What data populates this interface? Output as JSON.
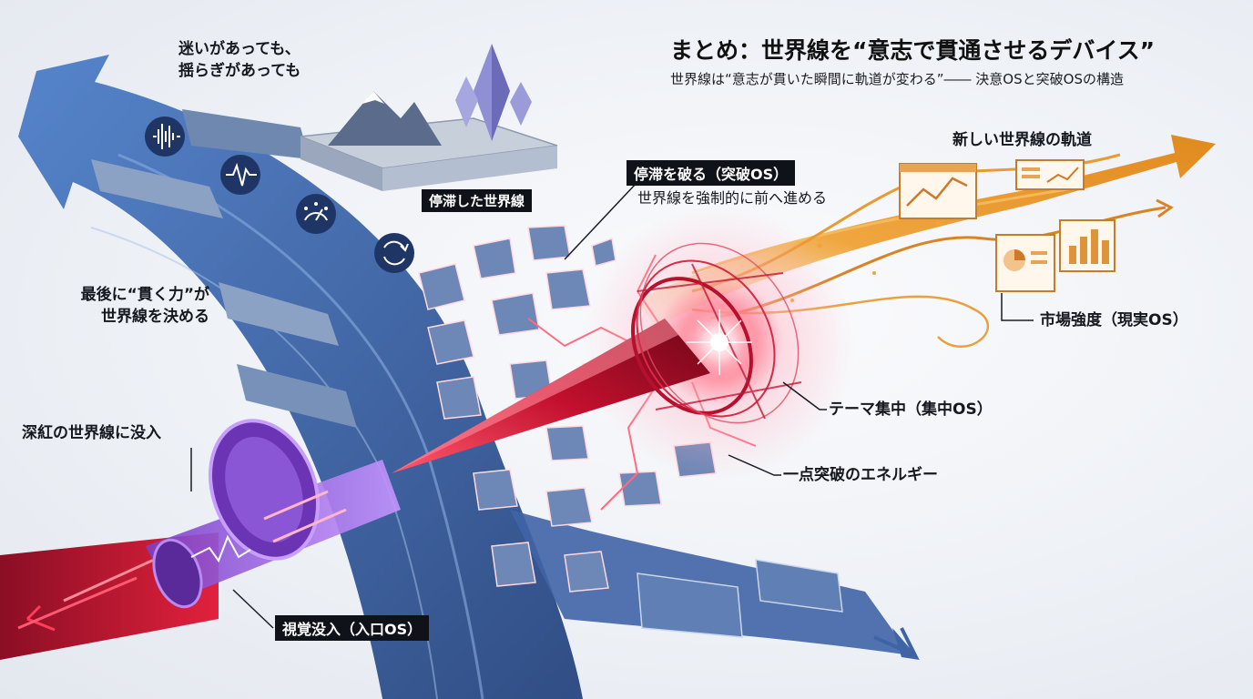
{
  "header": {
    "title": "まとめ：世界線を“意志で貫通させるデバイス”",
    "subtitle": "世界線は“意志が貫いた瞬間に軌道が変わる”―― 決意OSと突破OSの構造"
  },
  "labels": {
    "doubt": "迷いがあっても、\n揺らぎがあっても",
    "stagnant": "停滞した世界線",
    "pierce_decides": "最後に“貫く力”が\n世界線を決める",
    "crimson": "深紅の世界線に没入",
    "visual": "視覚没入（入口OS）",
    "breakthrough": "停滞を破る（突破OS）",
    "breakthrough_desc": "世界線を強制的に前へ進める",
    "new_orbit": "新しい世界線の軌道",
    "market": "市場強度（現実OS）",
    "theme": "テーマ集中（集中OS）",
    "energy": "一点突破のエネルギー"
  },
  "icons": [
    "sound-wave-icon",
    "heartbeat-icon",
    "gauge-icon",
    "cycle-icon",
    "mountain-icon",
    "crystal-icon",
    "line-chart-icon",
    "bar-chart-icon",
    "pie-chart-icon",
    "circuit-icon"
  ],
  "colors": {
    "stagnant_blue": "#3f64a6",
    "crimson": "#b3102a",
    "new_orange": "#e8902a",
    "portal_purple": "#8a4fd6",
    "label_box": "#0f1218"
  }
}
